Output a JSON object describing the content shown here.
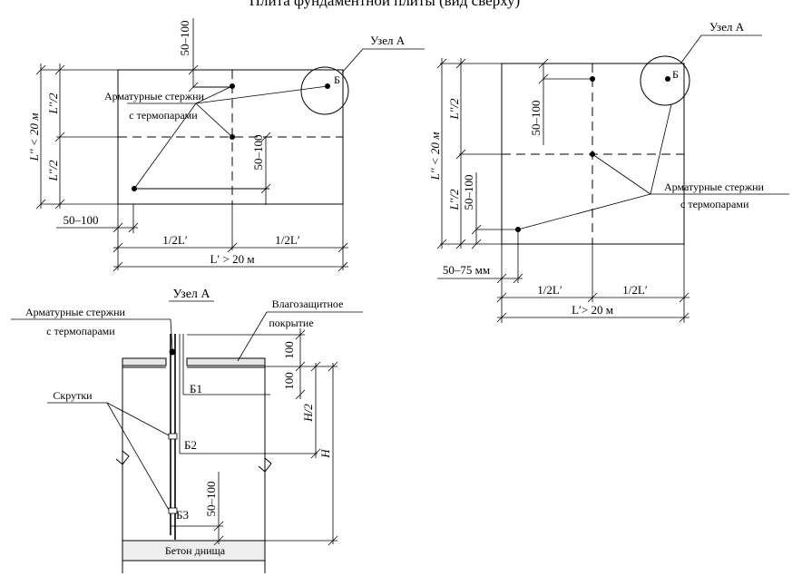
{
  "header": {
    "title": "Плита фундаментной плиты (вид сверху)"
  },
  "left_plan": {
    "node_label": "Узел А",
    "node_point": "Б",
    "rods_label_line1": "Арматурные стержни",
    "rods_label_line2": "с термопарами",
    "dim_top": "50–100",
    "dim_mid": "50–100",
    "dim_left": "50–100",
    "dim_half_upper": "L′′/2",
    "dim_half_lower": "L′′/2",
    "dim_total_vertical": "L′′ < 20 м",
    "dim_half_left": "1/2L′",
    "dim_half_right": "1/2L′",
    "dim_total_horizontal": "L′ > 20 м"
  },
  "right_plan": {
    "node_label": "Узел А",
    "node_point": "Б",
    "rods_label_line1": "Арматурные стержни",
    "rods_label_line2": "с термопарами",
    "dim_upper": "50–100",
    "dim_lower": "50–100",
    "dim_left": "50–75 мм",
    "dim_half_upper": "L′′/2",
    "dim_half_lower": "L′′/2",
    "dim_total_vertical": "L′′ < 20 м",
    "dim_half_left": "1/2L′",
    "dim_half_right": "1/2L′",
    "dim_total_horizontal": "L′> 20 м"
  },
  "section": {
    "title": "Узел А",
    "rods_label_line1": "Арматурные стержни",
    "rods_label_line2": "с термопарами",
    "coating_line1": "Влагозащитное",
    "coating_line2": "покрытие",
    "twists_label": "Скрутки",
    "b1": "Б1",
    "b2": "Б2",
    "b3": "Б3",
    "dim_100_top": "100",
    "dim_100_second": "100",
    "dim_h_half": "H/2",
    "dim_h": "H",
    "dim_bottom": "50–100",
    "base_label": "Бетон днища"
  }
}
